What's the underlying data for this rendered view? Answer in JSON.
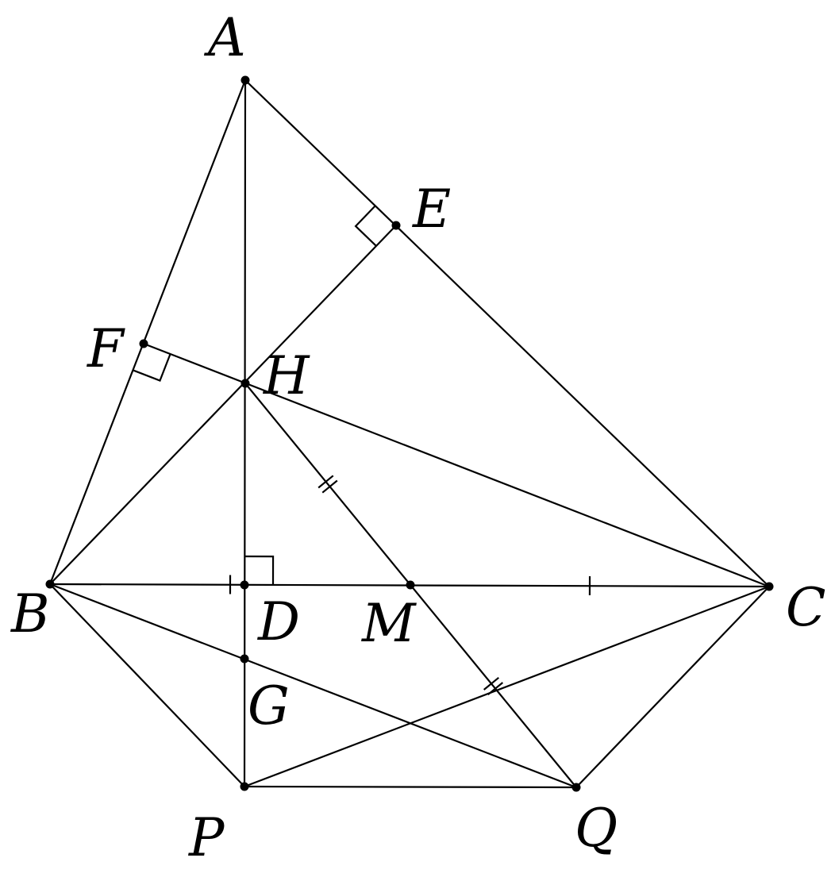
{
  "diagram": {
    "points": [
      {
        "id": "A",
        "label": "A"
      },
      {
        "id": "B",
        "label": "B"
      },
      {
        "id": "C",
        "label": "C"
      },
      {
        "id": "D",
        "label": "D"
      },
      {
        "id": "E",
        "label": "E"
      },
      {
        "id": "F",
        "label": "F"
      },
      {
        "id": "G",
        "label": "G"
      },
      {
        "id": "H",
        "label": "H"
      },
      {
        "id": "M",
        "label": "M"
      },
      {
        "id": "P",
        "label": "P"
      },
      {
        "id": "Q",
        "label": "Q"
      }
    ],
    "segments": [
      [
        "A",
        "B"
      ],
      [
        "A",
        "C"
      ],
      [
        "B",
        "C"
      ],
      [
        "A",
        "P"
      ],
      [
        "B",
        "E"
      ],
      [
        "C",
        "F"
      ],
      [
        "H",
        "Q"
      ],
      [
        "B",
        "P"
      ],
      [
        "C",
        "Q"
      ],
      [
        "P",
        "Q"
      ],
      [
        "B",
        "Q"
      ],
      [
        "C",
        "P"
      ]
    ],
    "right_angles": [
      "D",
      "E",
      "F"
    ],
    "equal_marks": [
      {
        "segment": [
          "B",
          "M"
        ],
        "ticks": 1
      },
      {
        "segment": [
          "M",
          "C"
        ],
        "ticks": 1
      },
      {
        "segment": [
          "H",
          "M"
        ],
        "ticks": 2
      },
      {
        "segment": [
          "M",
          "Q"
        ],
        "ticks": 2
      }
    ],
    "colors": {
      "stroke": "#000000",
      "background": "#ffffff"
    }
  }
}
